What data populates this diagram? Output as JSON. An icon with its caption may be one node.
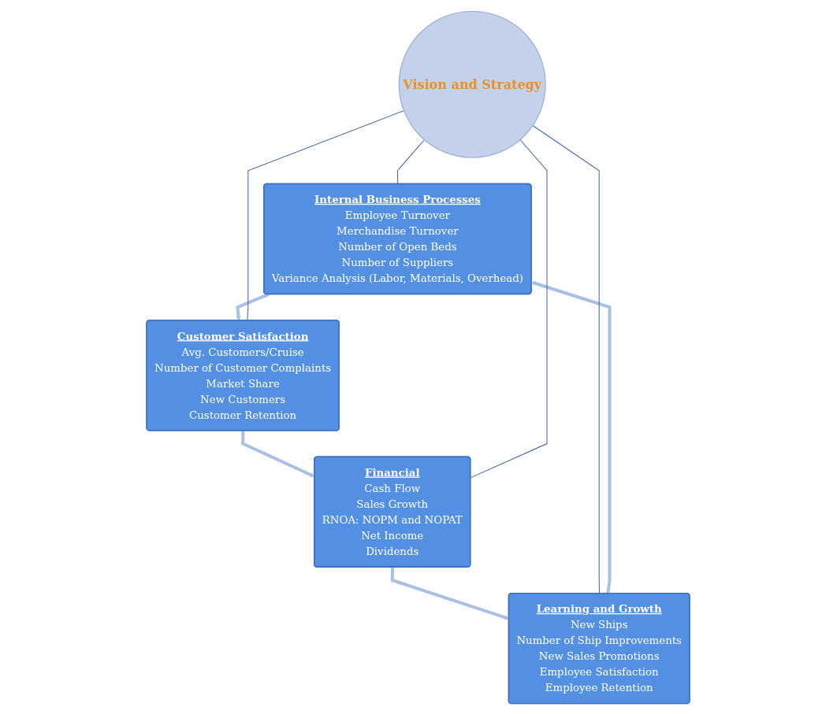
{
  "diagram": {
    "nodes": [
      {
        "text": [
          "Internal Business Processes",
          "Employee Turnover",
          "Merchandise Turnover",
          "Number of Open Beds",
          "Number of Suppliers",
          "Variance Analysis (Labor, Materials, Overhead)"
        ]
      },
      {
        "text": [
          "Learning and Growth",
          "New Ships",
          "Number of Ship Improvements",
          "New Sales Promotions",
          "Employee Satisfaction",
          "Employee Retention"
        ]
      },
      {
        "text": [
          "Customer Satisfaction",
          "Avg. Customers/Cruise",
          "Number of Customer Complaints",
          "Market Share",
          "New Customers",
          "Customer Retention"
        ]
      },
      {
        "text": [
          "Vision and Strategy"
        ]
      },
      {
        "text": [
          "Financial",
          "Cash Flow",
          "Sales Growth",
          "RNOA: NOPM and NOPAT",
          "Net Income",
          "Dividends"
        ]
      }
    ],
    "edges": [
      {
        "from": 1,
        "to": 0,
        "arrow": "to",
        "style": "thick",
        "color": "#a9c0e4"
      },
      {
        "from": 0,
        "to": 2,
        "arrow": "to",
        "style": "thick",
        "color": "#a9c0e4"
      },
      {
        "from": 2,
        "to": 4,
        "arrow": "to",
        "style": "thick",
        "color": "#a9c0e4"
      },
      {
        "from": 4,
        "to": 1,
        "arrow": "to",
        "style": "thick",
        "color": "#a9c0e4"
      },
      {
        "from": 3,
        "to": 0,
        "arrow": "none",
        "color": "#3a62a8"
      },
      {
        "from": 3,
        "to": 1,
        "arrow": "none",
        "color": "#3a62a8"
      },
      {
        "from": 3,
        "to": 2,
        "arrow": "none",
        "color": "#3a62a8"
      },
      {
        "from": 3,
        "to": 4,
        "arrow": "none",
        "color": "#3a62a8"
      }
    ]
  }
}
